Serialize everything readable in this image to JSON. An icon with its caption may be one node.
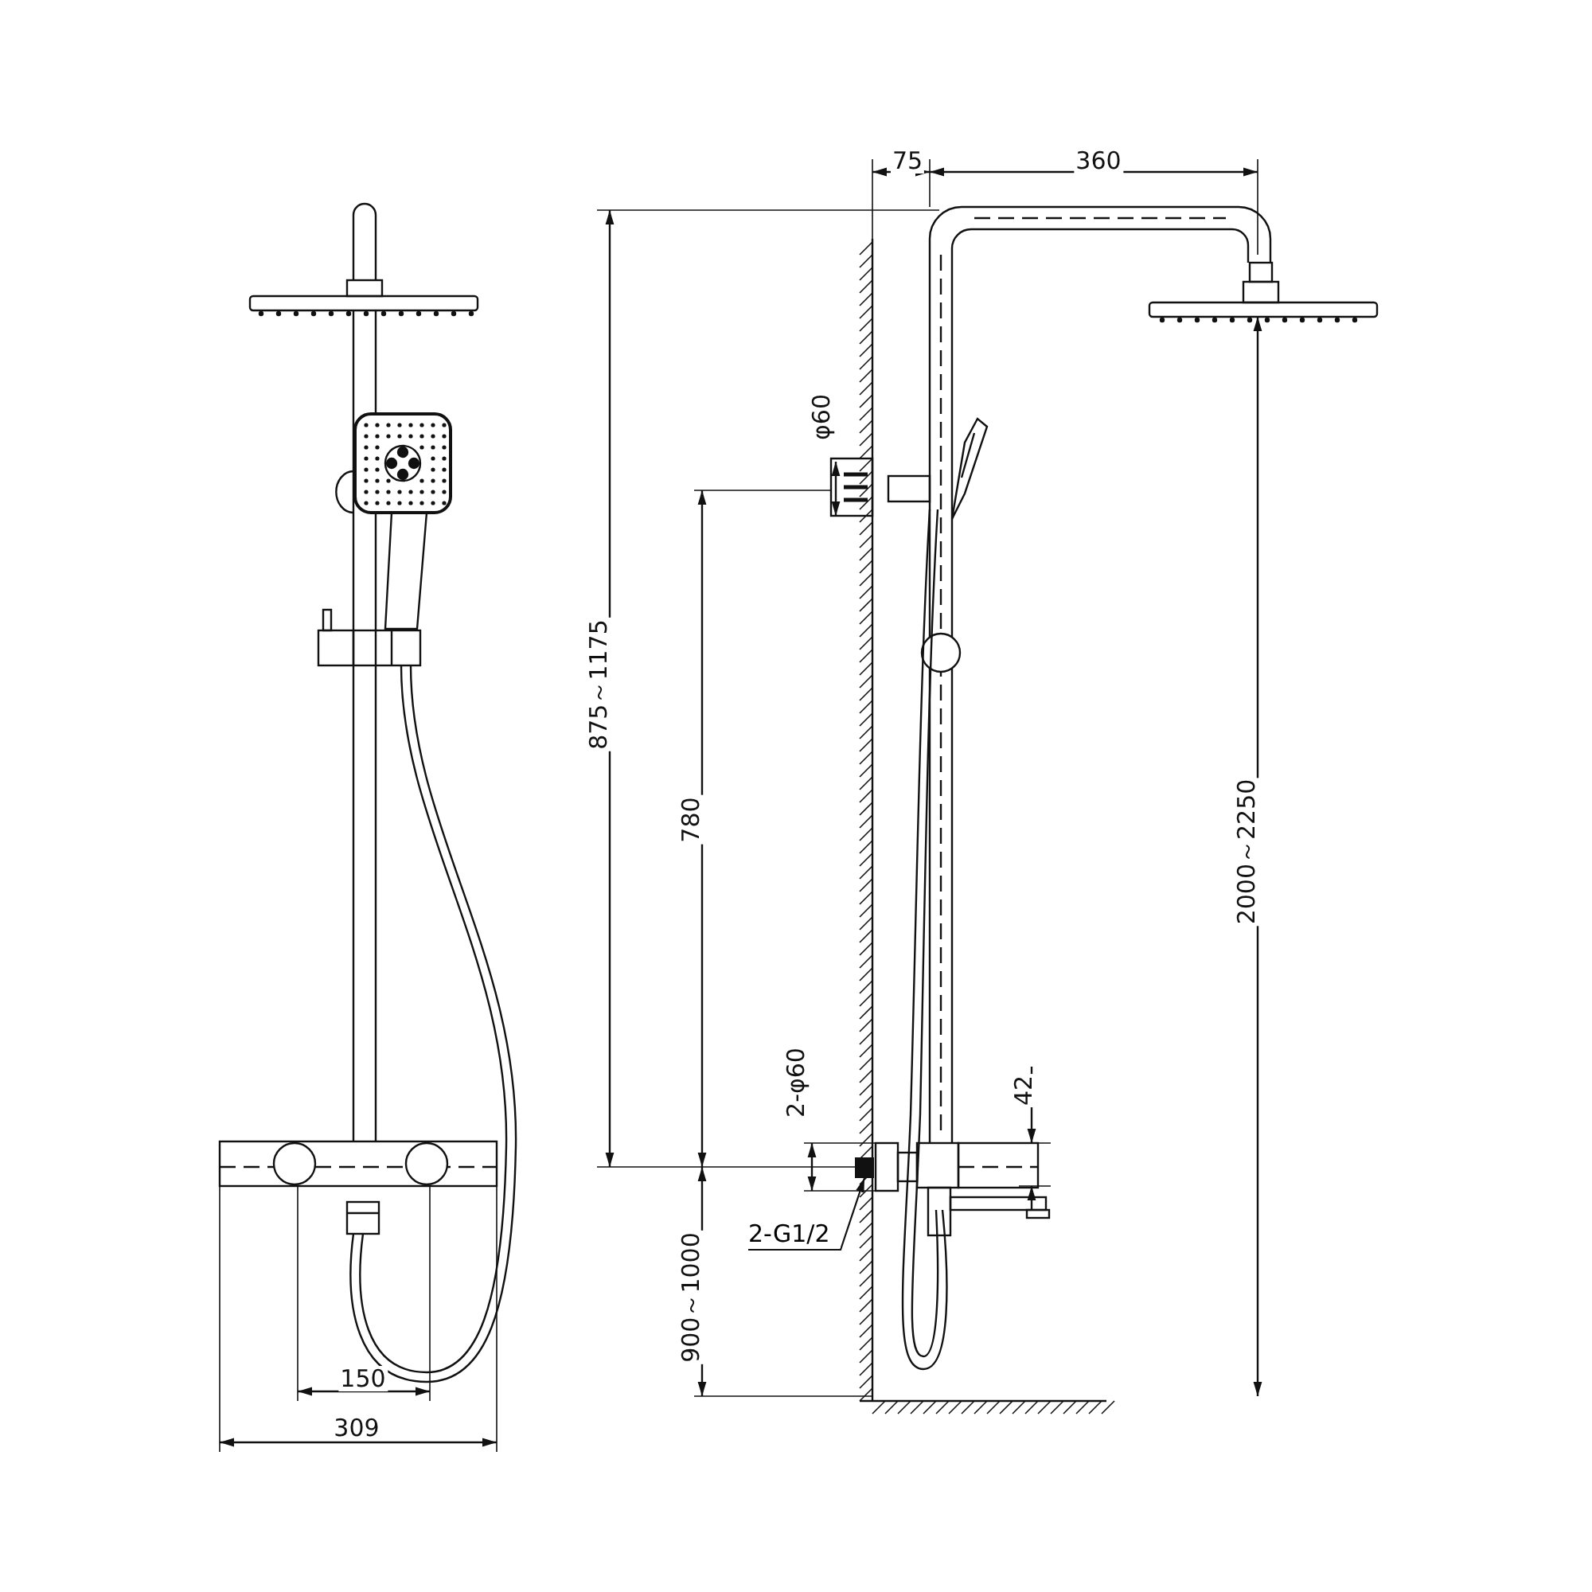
{
  "diagram": {
    "nodes": [
      {
        "text": [
          "2-G1/2"
        ]
      },
      {
        "text": [],
        "shape": "box"
      }
    ],
    "edges": [
      {
        "from": 0,
        "to": 1,
        "arrow": "to"
      }
    ],
    "labels": [
      "75",
      "360",
      "φ60",
      "875～1175",
      "780",
      "2000～2250",
      "2-φ60",
      "42",
      "900～1000",
      "150",
      "309"
    ]
  }
}
